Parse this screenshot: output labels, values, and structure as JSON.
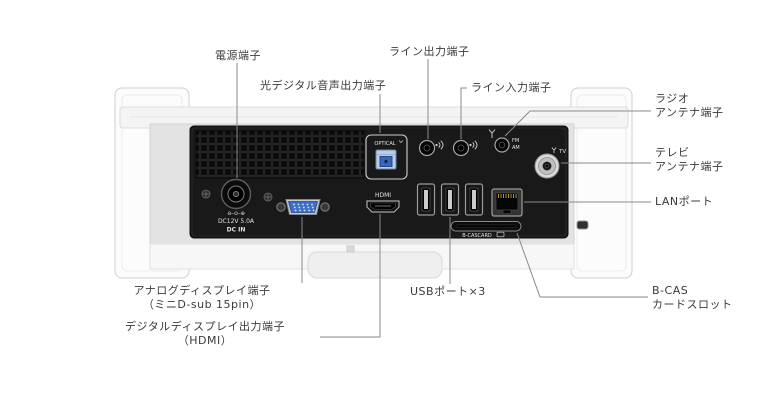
{
  "labels": {
    "power": "電源端子",
    "optical_out": "光デジタル音声出力端子",
    "line_out": "ライン出力端子",
    "line_in": "ライン入力端子",
    "radio_antenna": "ラジオ\nアンテナ端子",
    "tv_antenna": "テレビ\nアンテナ端子",
    "lan": "LANポート",
    "bcas": "B-CAS\nカードスロット",
    "usb": "USBポート×3",
    "analog_display": "アナログディスプレイ端子\n（ミニD-sub 15pin）",
    "digital_display": "デジタルディスプレイ出力端子\n（HDMI）"
  },
  "panel": {
    "dc_polarity": "⊖–⊙–⊕",
    "dc_spec": "DC12V 5.0A",
    "dc_in": "DC IN",
    "hdmi": "HDMI",
    "optical": "OPTICAL",
    "fm": "FM",
    "am": "AM",
    "tv": "TV",
    "bcas_print": "B-CASCARD"
  },
  "colors": {
    "vga_blue": "#3f6fc8",
    "optical_blue": "#3566c0",
    "panel_black": "#191919",
    "callout": "#8a8a8a"
  }
}
